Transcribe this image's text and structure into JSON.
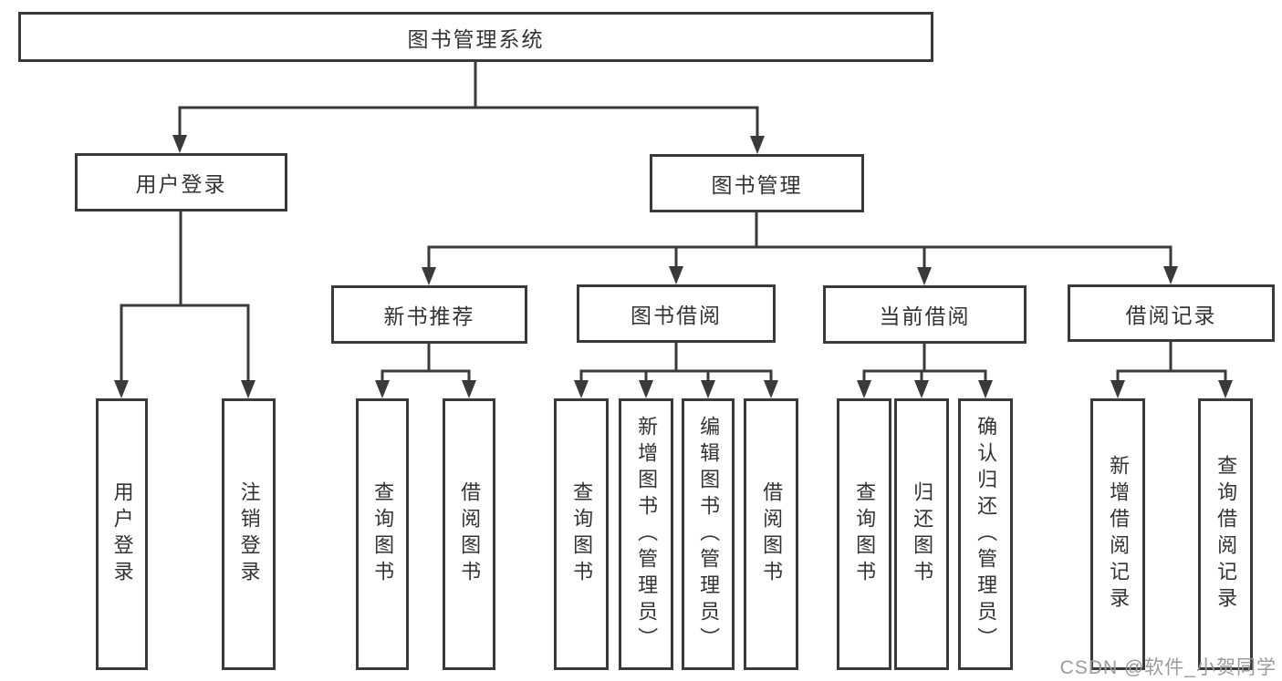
{
  "diagram": {
    "root": {
      "label": "图书管理系统"
    },
    "branches": [
      {
        "label": "用户登录",
        "children": [
          {
            "label": "用户登录"
          },
          {
            "label": "注销登录"
          }
        ]
      },
      {
        "label": "图书管理",
        "children": [
          {
            "label": "新书推荐",
            "children": [
              {
                "label": "查询图书"
              },
              {
                "label": "借阅图书"
              }
            ]
          },
          {
            "label": "图书借阅",
            "children": [
              {
                "label": "查询图书"
              },
              {
                "label": "新增图书（管理员）"
              },
              {
                "label": "编辑图书（管理员）"
              },
              {
                "label": "借阅图书"
              }
            ]
          },
          {
            "label": "当前借阅",
            "children": [
              {
                "label": "查询图书"
              },
              {
                "label": "归还图书"
              },
              {
                "label": "确认归还（管理员）"
              }
            ]
          },
          {
            "label": "借阅记录",
            "children": [
              {
                "label": "新增借阅记录"
              },
              {
                "label": "查询借阅记录"
              }
            ]
          }
        ]
      }
    ],
    "watermark": "CSDN @软件_小贺同学",
    "colors": {
      "line": "#3a3a3a",
      "text": "#333333",
      "watermark": "#9b9b9b",
      "background": "#ffffff"
    }
  }
}
